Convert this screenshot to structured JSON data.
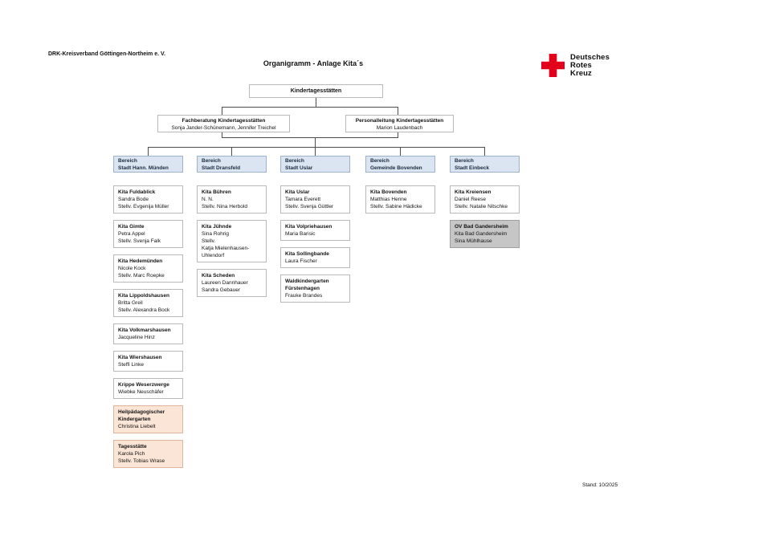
{
  "header": {
    "org_name": "DRK-Kreisverband Göttingen-Northeim e. V.",
    "title": "Organigramm - Anlage Kita´s",
    "logo": {
      "icon": "red-cross-icon",
      "lines": [
        "Deutsches",
        "Rotes",
        "Kreuz"
      ]
    }
  },
  "root": {
    "label": "Kindertagesstätten"
  },
  "level2": [
    {
      "title": "Fachberatung Kindertagesstätten",
      "names": [
        "Sonja Jander-Schünemann, Jennifer Treichel"
      ]
    },
    {
      "title": "Personalleitung Kindertagesstätten",
      "names": [
        "Marion Laudenbach"
      ]
    }
  ],
  "branches": [
    {
      "title": "Bereich",
      "subtitle": "Stadt Hann. Münden",
      "cards": [
        {
          "title_lines": [
            "Kita Fuldablick"
          ],
          "lines": [
            "Sandra Bode",
            "Stellv. Evgenija Müller"
          ],
          "variant": "default"
        },
        {
          "title_lines": [
            "Kita Gimte"
          ],
          "lines": [
            "Petra Appel",
            "Stellv. Svenja Falk"
          ],
          "variant": "default"
        },
        {
          "title_lines": [
            "Kita Hedemünden"
          ],
          "lines": [
            "Nicole Kock",
            "Stellv. Marc Roepke"
          ],
          "variant": "default"
        },
        {
          "title_lines": [
            "Kita Lippoldshausen"
          ],
          "lines": [
            "Britta Greil",
            "Stellv. Alexandra Bock"
          ],
          "variant": "default"
        },
        {
          "title_lines": [
            "Kita Volkmarshausen"
          ],
          "lines": [
            "Jacqueline Hinz"
          ],
          "variant": "default"
        },
        {
          "title_lines": [
            "Kita Wiershausen"
          ],
          "lines": [
            "Steffi Linke"
          ],
          "variant": "default"
        },
        {
          "title_lines": [
            "Krippe Weserzwerge"
          ],
          "lines": [
            "Wiebke Neuschäfer"
          ],
          "variant": "default"
        },
        {
          "title_lines": [
            "Heilpädagogischer",
            "Kindergarten"
          ],
          "lines": [
            "Christina Liebelt"
          ],
          "variant": "peach"
        },
        {
          "title_lines": [
            "Tagesstätte"
          ],
          "lines": [
            "Karola Pich",
            "Stellv. Tobias Wrase"
          ],
          "variant": "peach"
        }
      ]
    },
    {
      "title": "Bereich",
      "subtitle": "Stadt Dransfeld",
      "cards": [
        {
          "title_lines": [
            "Kita Bühren"
          ],
          "lines": [
            "N. N.",
            "Stellv. Nina Herbold"
          ],
          "variant": "default"
        },
        {
          "title_lines": [
            "Kita Jühnde"
          ],
          "lines": [
            "Sina Rohrig",
            "Stellv.",
            "Katja Mielenhausen-",
            "Uhlendorf"
          ],
          "variant": "default"
        },
        {
          "title_lines": [
            "Kita Scheden"
          ],
          "lines": [
            "Laureen Dannhauer",
            "Sandra Gebauer"
          ],
          "variant": "default"
        }
      ]
    },
    {
      "title": "Bereich",
      "subtitle": "Stadt Uslar",
      "cards": [
        {
          "title_lines": [
            "Kita Uslar"
          ],
          "lines": [
            "Tamara Everett",
            "Stellv. Svenja Güttler"
          ],
          "variant": "default"
        },
        {
          "title_lines": [
            "Kita Volpriehausen"
          ],
          "lines": [
            "Maria Barisic"
          ],
          "variant": "default"
        },
        {
          "title_lines": [
            "Kita Sollingbande"
          ],
          "lines": [
            "Laura Fischer"
          ],
          "variant": "default"
        },
        {
          "title_lines": [
            "Waldkindergarten",
            "Fürstenhagen"
          ],
          "lines": [
            "Frauke Brandes"
          ],
          "variant": "default"
        }
      ]
    },
    {
      "title": "Bereich",
      "subtitle": "Gemeinde Bovenden",
      "cards": [
        {
          "title_lines": [
            "Kita Bovenden"
          ],
          "lines": [
            "Matthias Henne",
            "Stellv. Sabine Hädicke"
          ],
          "variant": "default"
        }
      ]
    },
    {
      "title": "Bereich",
      "subtitle": "Stadt Einbeck",
      "cards": [
        {
          "title_lines": [
            "Kita Kreiensen"
          ],
          "lines": [
            "Daniel Reese",
            "Stellv. Natalie Nitschke"
          ],
          "variant": "default"
        },
        {
          "title_lines": [
            "OV Bad Gandersheim"
          ],
          "lines": [
            "Kita Bad Gandersheim",
            "Sina Mühlhause"
          ],
          "variant": "gray"
        }
      ]
    }
  ],
  "footer": {
    "stand": "Stand: 10/2025"
  },
  "colors": {
    "cross_red": "#e2001a",
    "line": "#4d4d4d",
    "card_border": "#b9b9b9",
    "branch_fill": "#dbe5f1",
    "branch_border": "#9db3cd",
    "peach_fill": "#fbe5d6",
    "peach_border": "#dfb49c",
    "gray_fill": "#c6c6c6",
    "gray_border": "#9e9e9e"
  }
}
